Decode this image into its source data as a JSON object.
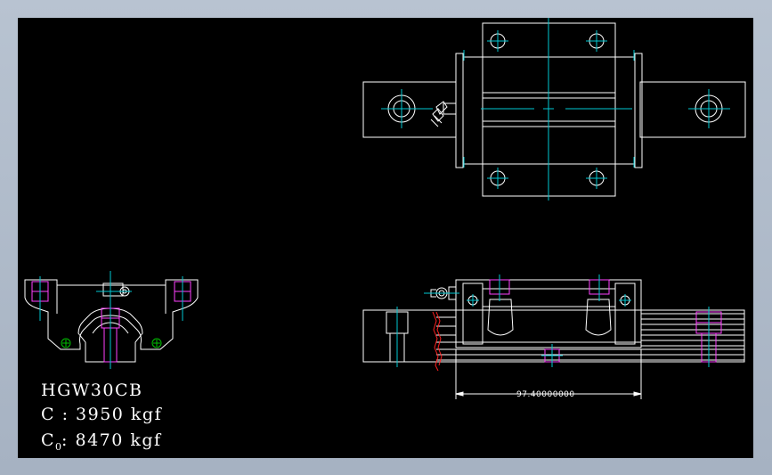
{
  "drawing": {
    "model": "HGW30CB",
    "load_dynamic": "C : 3950 kgf",
    "load_static_symbol": "C",
    "load_static_subscript": "0",
    "load_static_value": ": 8470 kgf",
    "dimension_label": "97.40000000"
  },
  "colors": {
    "background": "#000000",
    "outline": "#ffffff",
    "centerline": "#00c8d2",
    "hidden": "#ff40ff",
    "fitting": "#00c000",
    "section": "#ff2020",
    "frame": "#aab6c6"
  }
}
